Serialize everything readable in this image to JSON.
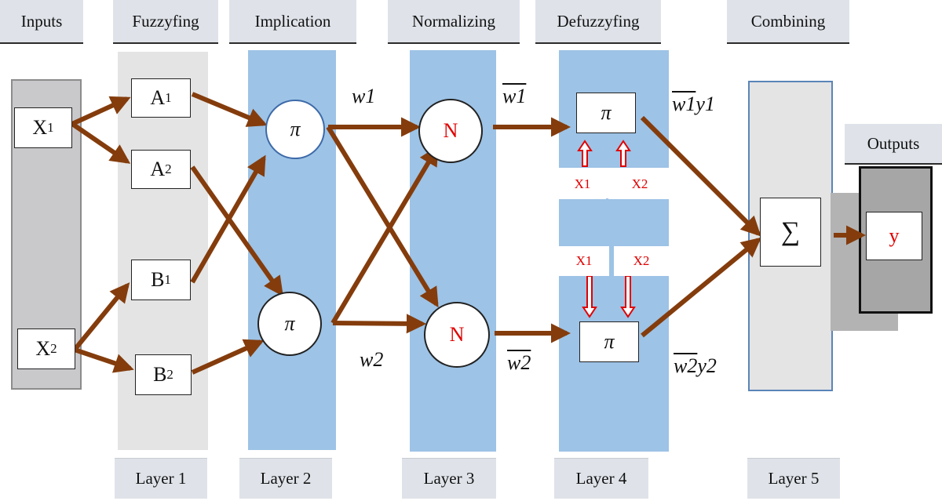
{
  "headers": {
    "inputs": "Inputs",
    "fuzzyfing": "Fuzzyfing",
    "implication": "Implication",
    "normalizing": "Normalizing",
    "defuzzyfing": "Defuzzyfing",
    "combining": "Combining",
    "outputs": "Outputs"
  },
  "layers": [
    "Layer 1",
    "Layer 2",
    "Layer 3",
    "Layer 4",
    "Layer 5"
  ],
  "inputs": {
    "x1_base": "X",
    "x1_sub": "1",
    "x2_base": "X",
    "x2_sub": "2"
  },
  "fuzzy": {
    "a1_base": "A",
    "a1_sub": "1",
    "a2_base": "A",
    "a2_sub": "2",
    "b1_base": "B",
    "b1_sub": "1",
    "b2_base": "B",
    "b2_sub": "2"
  },
  "implication": {
    "node1": "π",
    "node2": "π"
  },
  "normalizing": {
    "node1": "N",
    "node2": "N"
  },
  "defuzzy": {
    "node1": "π",
    "node2": "π",
    "x1": "X1",
    "x2": "X2"
  },
  "combining": {
    "sum": "∑"
  },
  "output": {
    "y": "y"
  },
  "labels": {
    "w1": "w1",
    "w2": "w2",
    "w1bar": "w1",
    "w2bar": "w2",
    "w1bar_y1_w": "w1",
    "w1bar_y1_y": "y1",
    "w2bar_y2_w": "w2",
    "w2bar_y2_y": "y2"
  },
  "colors": {
    "arrow": "#843c0c",
    "blue": "#9dc3e6",
    "red": "#e00000"
  }
}
